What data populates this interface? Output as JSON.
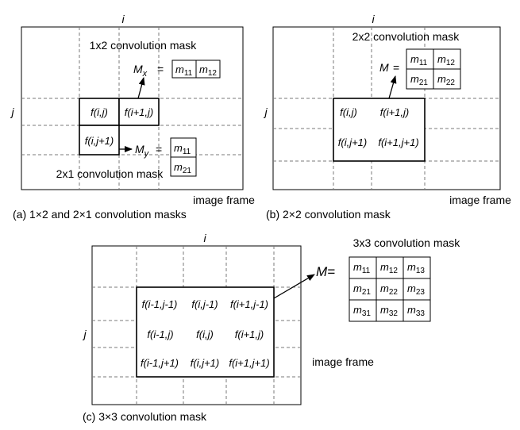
{
  "panel_a": {
    "axis_i": "i",
    "axis_j": "j",
    "title_top": "1x2 convolution mask",
    "mx_label": "M",
    "mx_sub": "x",
    "mx_eq": "=",
    "mx_cells": [
      "m",
      "m"
    ],
    "mx_subs": [
      "11",
      "12"
    ],
    "cell_f_ij": "f(i,j)",
    "cell_f_i1j": "f(i+1,j)",
    "cell_f_ij1": "f(i,j+1)",
    "my_label": "M",
    "my_sub": "y",
    "my_eq": "=",
    "my_cells": [
      "m",
      "m"
    ],
    "my_subs": [
      "11",
      "21"
    ],
    "title_bottom": "2x1 convolution mask",
    "frame_label": "image frame",
    "caption": "(a) 1×2 and 2×1 convolution masks"
  },
  "panel_b": {
    "axis_i": "i",
    "axis_j": "j",
    "title": "2x2 convolution mask",
    "m_label": "M",
    "m_eq": "=",
    "m_cells": [
      "m",
      "m",
      "m",
      "m"
    ],
    "m_subs": [
      "11",
      "12",
      "21",
      "22"
    ],
    "cells": [
      "f(i,j)",
      "f(i+1,j)",
      "f(i,j+1)",
      "f(i+1,j+1)"
    ],
    "frame_label": "image frame",
    "caption": "(b) 2×2 convolution mask"
  },
  "panel_c": {
    "axis_i": "i",
    "axis_j": "j",
    "title": "3x3 convolution mask",
    "m_label": "M=",
    "m_cells": [
      "m",
      "m",
      "m",
      "m",
      "m",
      "m",
      "m",
      "m",
      "m"
    ],
    "m_subs": [
      "11",
      "12",
      "13",
      "21",
      "22",
      "23",
      "31",
      "32",
      "33"
    ],
    "cells": [
      "f(i-1,j-1)",
      "f(i,j-1)",
      "f(i+1,j-1)",
      "f(i-1,j)",
      "f(i,j)",
      "f(i+1,j)",
      "f(i-1,j+1)",
      "f(i,j+1)",
      "f(i+1,j+1)"
    ],
    "frame_label": "image frame",
    "caption": "(c) 3×3 convolution mask"
  }
}
